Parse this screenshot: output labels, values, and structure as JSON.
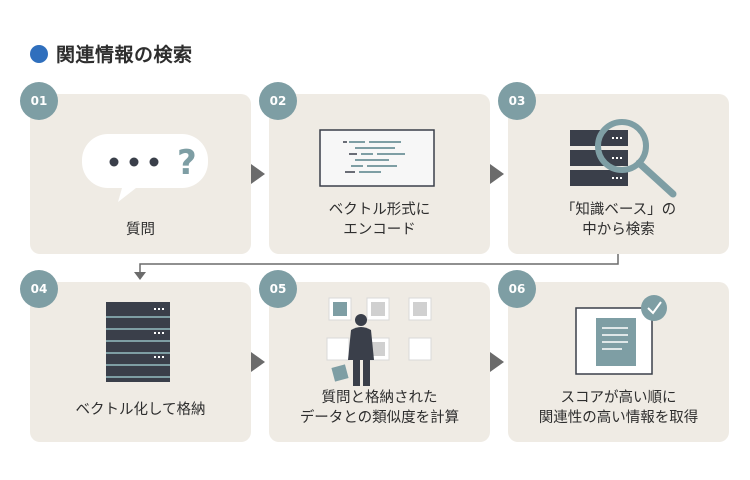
{
  "header": {
    "title": "関連情報の検索"
  },
  "colors": {
    "accent": "#2f6fbd",
    "badge": "#7e9ea4",
    "card": "#efebe4",
    "arrow": "#6b6b6b"
  },
  "steps": [
    {
      "num": "01",
      "line1": "質問",
      "line2": "",
      "icon": "speech-bubble-question-icon"
    },
    {
      "num": "02",
      "line1": "ベクトル形式に",
      "line2": "エンコード",
      "icon": "code-window-icon"
    },
    {
      "num": "03",
      "line1": "「知識ベース」の",
      "line2": "中から検索",
      "icon": "server-magnifier-icon"
    },
    {
      "num": "04",
      "line1": "ベクトル化して格納",
      "line2": "",
      "icon": "server-rack-icon"
    },
    {
      "num": "05",
      "line1": "質問と格納された",
      "line2": "データとの類似度を計算",
      "icon": "person-comparing-documents-icon"
    },
    {
      "num": "06",
      "line1": "スコアが高い順に",
      "line2": "関連性の高い情報を取得",
      "icon": "document-check-icon"
    }
  ]
}
